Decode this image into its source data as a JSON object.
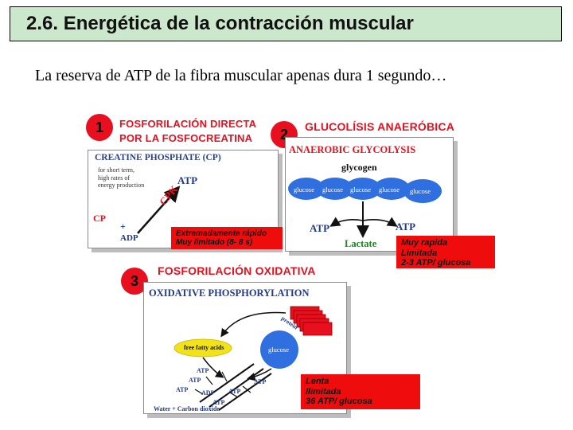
{
  "header": {
    "title": "2.6. Energética de la contracción muscular",
    "subtitle": "La reserva de ATP de la fibra muscular apenas dura 1 segundo…"
  },
  "section1": {
    "number": "1",
    "heading_line1": "FOSFORILACIÓN DIRECTA",
    "heading_line2": "POR LA FOSFOCREATINA",
    "panel_title": "CREATINE PHOSPHATE (CP)",
    "note_line1": "for short term,",
    "note_line2": "high rates of",
    "note_line3": "energy production",
    "atp": "ATP",
    "cpk": "CPK",
    "cp": "CP",
    "plus": "+",
    "adp": "ADP",
    "box_line1": "Extremadamente rápido",
    "box_line2": "Muy limitado (8- 8 s)"
  },
  "section2": {
    "number": "2",
    "heading": "GLUCOLÍSIS ANAERÓBICA",
    "panel_title": "ANAEROBIC GLYCOLYSIS",
    "glycogen": "glycogen",
    "glucose": "glucose",
    "atp_left": "ATP",
    "atp_right": "ATP",
    "lactate": "Lactate",
    "box_line1": "Muy rapida",
    "box_line2": "Limitada",
    "box_line3": "2-3 ATP/ glucosa"
  },
  "section3": {
    "number": "3",
    "heading": "FOSFORILACIÓN OXIDATIVA",
    "panel_title": "OXIDATIVE PHOSPHORYLATION",
    "protein": "protein",
    "free_fatty_acids": "free fatty acids",
    "glucose": "glucose",
    "atp": "ATP",
    "adp": "ADP",
    "water_co2": "Water + Carbon dioxide",
    "box_line1": "Lenta",
    "box_line2": "Ilimitada",
    "box_line3": "36 ATP/ glucosa"
  },
  "colors": {
    "title_bg": "#cce8cc",
    "accent_red": "#e8101e",
    "glucose_blue": "#2f6fe0",
    "fatty_yellow": "#f2e21a"
  }
}
